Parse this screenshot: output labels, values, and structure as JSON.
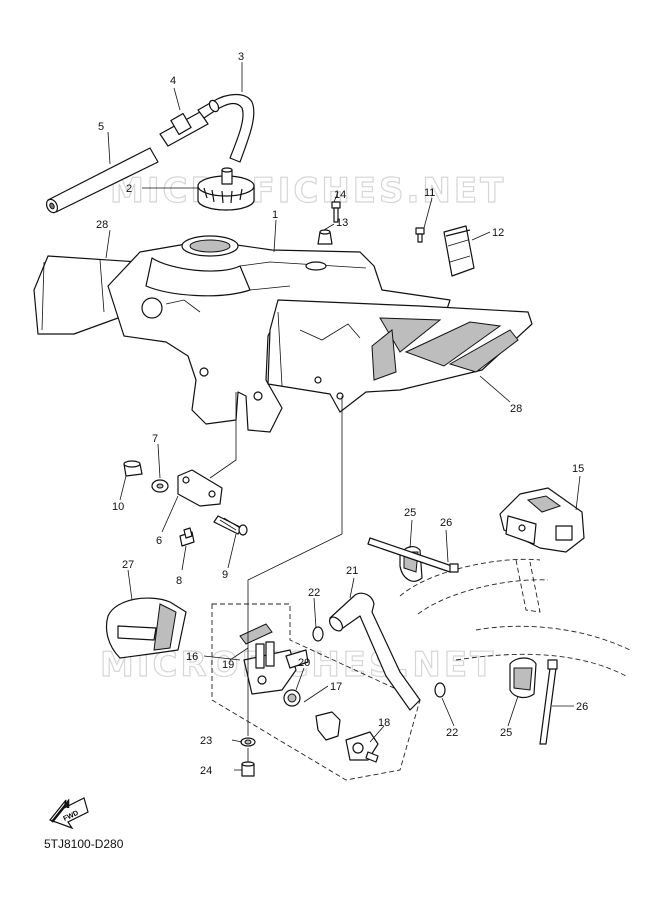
{
  "watermark": "MICROFICHES.NET",
  "diagram_code": "5TJ8100-D280",
  "fwd_label": "FWD",
  "callouts": {
    "c1": "1",
    "c2": "2",
    "c3": "3",
    "c4": "4",
    "c5": "5",
    "c6": "6",
    "c7": "7",
    "c8": "8",
    "c9": "9",
    "c10": "10",
    "c11": "11",
    "c12": "12",
    "c13": "13",
    "c14": "14",
    "c15": "15",
    "c16": "16",
    "c17": "17",
    "c18": "18",
    "c19": "19",
    "c20": "20",
    "c21": "21",
    "c22a": "22",
    "c22b": "22",
    "c23": "23",
    "c24": "24",
    "c25a": "25",
    "c25b": "25",
    "c26a": "26",
    "c26b": "26",
    "c27": "27",
    "c28a": "28",
    "c28b": "28"
  }
}
